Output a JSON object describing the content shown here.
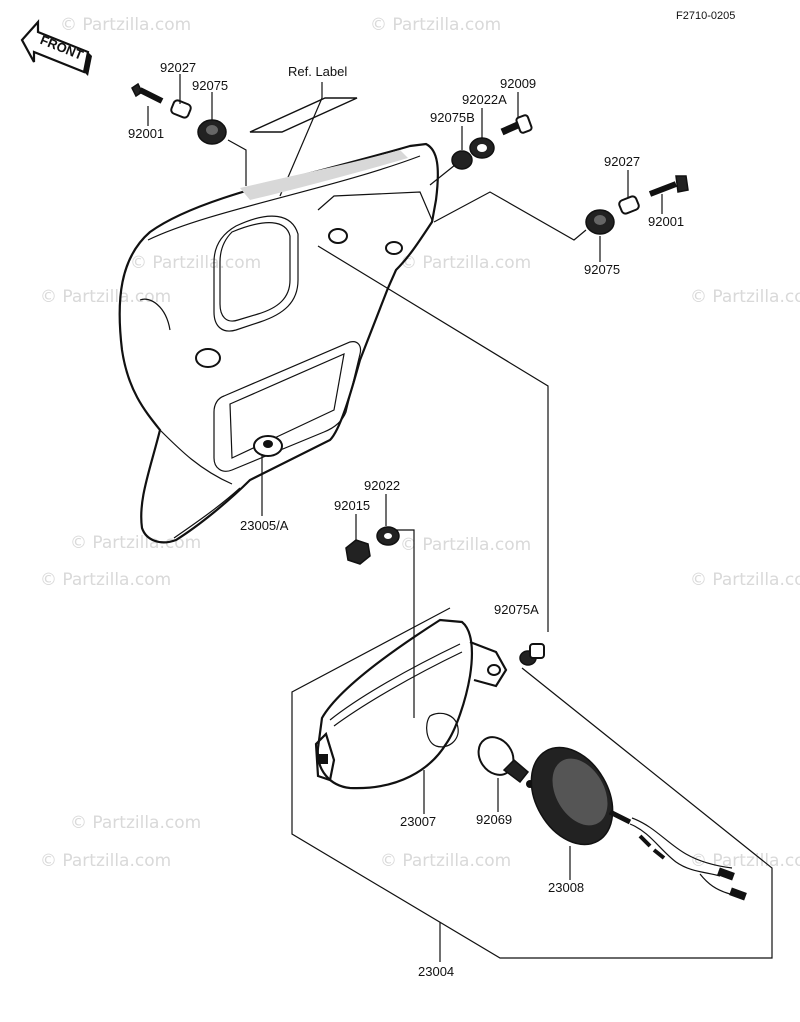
{
  "figure_code": "F2710-0205",
  "front_marker": "FRONT",
  "ref_label": "Ref. Label",
  "watermark": "© Partzilla.com",
  "parts": {
    "screw_left": "92001",
    "collar_left": "92027",
    "grommet_left": "92075",
    "grommet_b": "92075B",
    "washer_a": "92022A",
    "bolt_top": "92009",
    "collar_right": "92027",
    "screw_right": "92001",
    "grommet_right": "92075",
    "cover": "23005/A",
    "nut": "92015",
    "washer": "92022",
    "grommet_a": "92075A",
    "lens": "23007",
    "bulb": "92069",
    "socket": "23008",
    "assembly": "23004"
  }
}
